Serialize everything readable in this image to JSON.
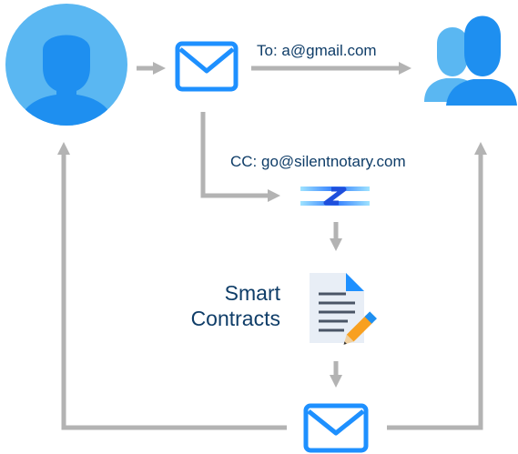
{
  "to_label": "To: a@gmail.com",
  "cc_label": "CC: go@silentnotary.com",
  "smart_contracts_label": "Smart\nContracts",
  "colors": {
    "arrow": "#b3b3b3",
    "icon_blue": "#1e90ff",
    "person_light": "#5ab7f2",
    "person_dark": "#1e8ff0",
    "text": "#0f3d68"
  },
  "icons": [
    "sender-avatar-icon",
    "email-icon",
    "recipients-icon",
    "silentnotary-logo",
    "document-pen-icon",
    "email-icon"
  ]
}
